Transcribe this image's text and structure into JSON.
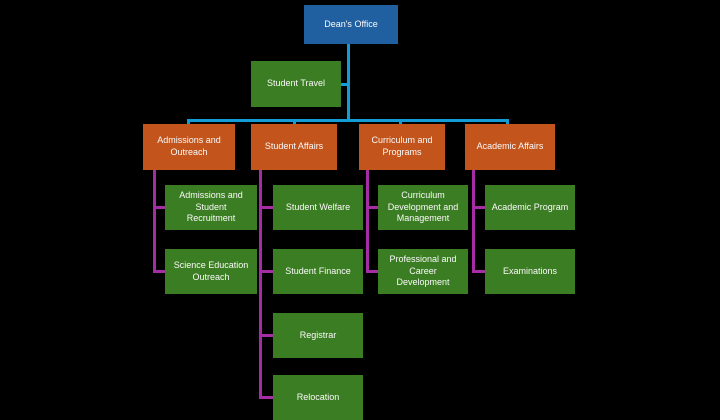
{
  "diagram": {
    "type": "organizational-chart",
    "background": "#000000",
    "colors": {
      "root-fill": "#2060A1",
      "branch-fill": "#C2541C",
      "leaf-fill": "#3B7D22",
      "line-blue": "#149CD6",
      "line-purple": "#A62CA6",
      "text": "#FAFAFA"
    },
    "root": {
      "label": "Dean's Office"
    },
    "assistant": {
      "label": "Student Travel"
    },
    "branches": [
      {
        "label": "Admissions and\nOutreach",
        "children": [
          {
            "label": "Admissions and\nStudent\nRecruitment"
          },
          {
            "label": "Science Education\nOutreach"
          }
        ]
      },
      {
        "label": "Student Affairs",
        "children": [
          {
            "label": "Student Welfare"
          },
          {
            "label": "Student Finance"
          },
          {
            "label": "Registrar"
          },
          {
            "label": "Relocation"
          }
        ]
      },
      {
        "label": "Curriculum and\nPrograms",
        "children": [
          {
            "label": "Curriculum\nDevelopment and\nManagement"
          },
          {
            "label": "Professional and\nCareer\nDevelopment"
          }
        ]
      },
      {
        "label": "Academic Affairs",
        "children": [
          {
            "label": "Academic Program"
          },
          {
            "label": "Examinations"
          }
        ]
      }
    ]
  }
}
